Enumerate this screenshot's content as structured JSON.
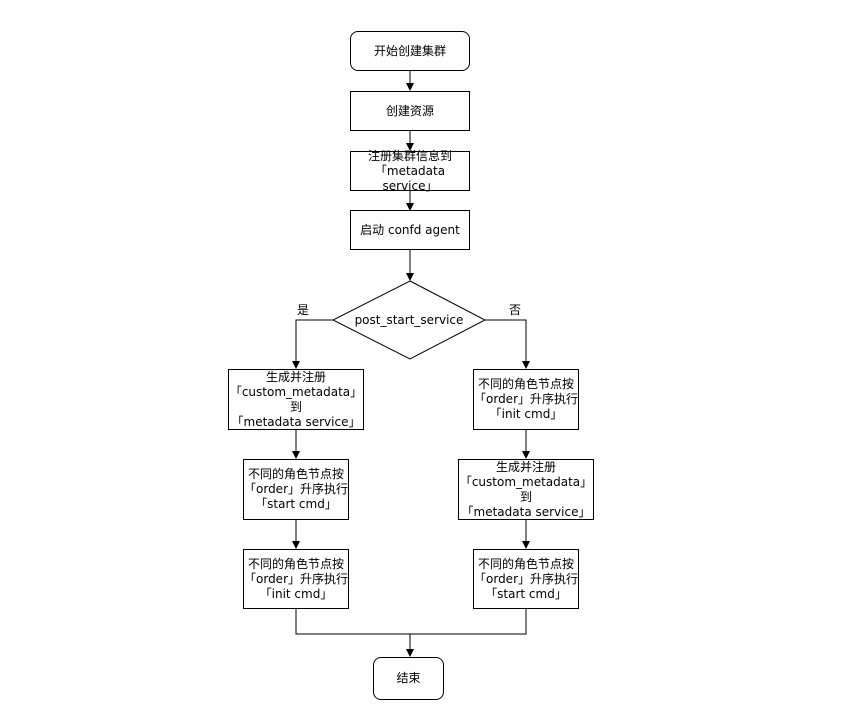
{
  "nodes": {
    "start": "开始创建集群",
    "create_resource": "创建资源",
    "register_cluster": "注册集群信息到\n「metadata service」",
    "start_confd": "启动  confd agent",
    "decision": "post_start_service",
    "left_register": "生成并注册\n「custom_metadata」到\n「metadata service」",
    "left_start_cmd": "不同的角色节点按\n「order」升序执行\n「start cmd」",
    "left_init_cmd": "不同的角色节点按\n「order」升序执行\n「init cmd」",
    "right_init_cmd": "不同的角色节点按\n「order」升序执行\n「init cmd」",
    "right_register": "生成并注册\n「custom_metadata」到\n「metadata service」",
    "right_start_cmd": "不同的角色节点按\n「order」升序执行\n「start cmd」",
    "end": "结束"
  },
  "labels": {
    "yes": "是",
    "no": "否"
  }
}
